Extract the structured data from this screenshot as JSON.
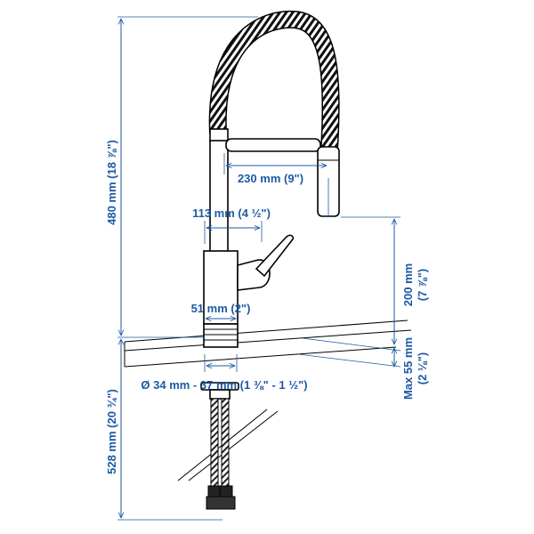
{
  "diagram": {
    "colors": {
      "dimension": "#1d5aa6",
      "outline": "#000000",
      "background": "#ffffff"
    },
    "dimensions": {
      "total_height": "480 mm (18 ⅞\")",
      "spout_reach": "230 mm (9\")",
      "handle_offset": "113 mm (4 ½\")",
      "base_diameter": "51 mm (2\")",
      "spout_clearance": "200 mm",
      "spout_clearance_in": "(7 ⅞\")",
      "max_counter_thickness": "Max 55 mm",
      "max_counter_thickness_in": "(2 ⅛\")",
      "hole_diameter": "Ø 34 mm - 37 mm (1 ⅜\" - 1 ½\")",
      "hose_length": "528 mm (20 ¾\")"
    }
  }
}
